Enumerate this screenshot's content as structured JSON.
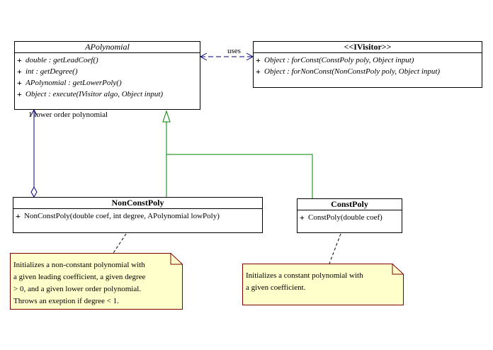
{
  "classes": {
    "apolynomial": {
      "name": "APolynomial",
      "ops": [
        "double : getLeadCoef()",
        "int : getDegree()",
        "APolynomial : getLowerPoly()",
        "Object : execute(IVisitor algo, Object input)"
      ]
    },
    "ivisitor": {
      "name": "<<IVisitor>>",
      "ops": [
        "Object : forConst(ConstPoly poly, Object input)",
        "Object : forNonConst(NonConstPoly poly, Object input)"
      ]
    },
    "nonconstpoly": {
      "name": "NonConstPoly",
      "ops": [
        "NonConstPoly(double coef, int degree, APolynomial lowPoly)"
      ]
    },
    "constpoly": {
      "name": "ConstPoly",
      "ops": [
        "ConstPoly(double coef)"
      ]
    }
  },
  "relations": {
    "uses_label": "uses",
    "aggregation_label": "1 lower order polynomial"
  },
  "notes": {
    "nonconst": [
      "Initializes a non-constant polynomial with",
      "a given leading coefficient, a given degree",
      "> 0, and a given lower order polynomial.",
      "Throws an exeption if degree < 1."
    ],
    "const": [
      "Initializes a constant polynomial with",
      "a given coefficient."
    ]
  },
  "colors": {
    "inheritance": "#008000",
    "association": "#000080",
    "note_fill": "#ffffcc",
    "note_border": "#800000"
  }
}
